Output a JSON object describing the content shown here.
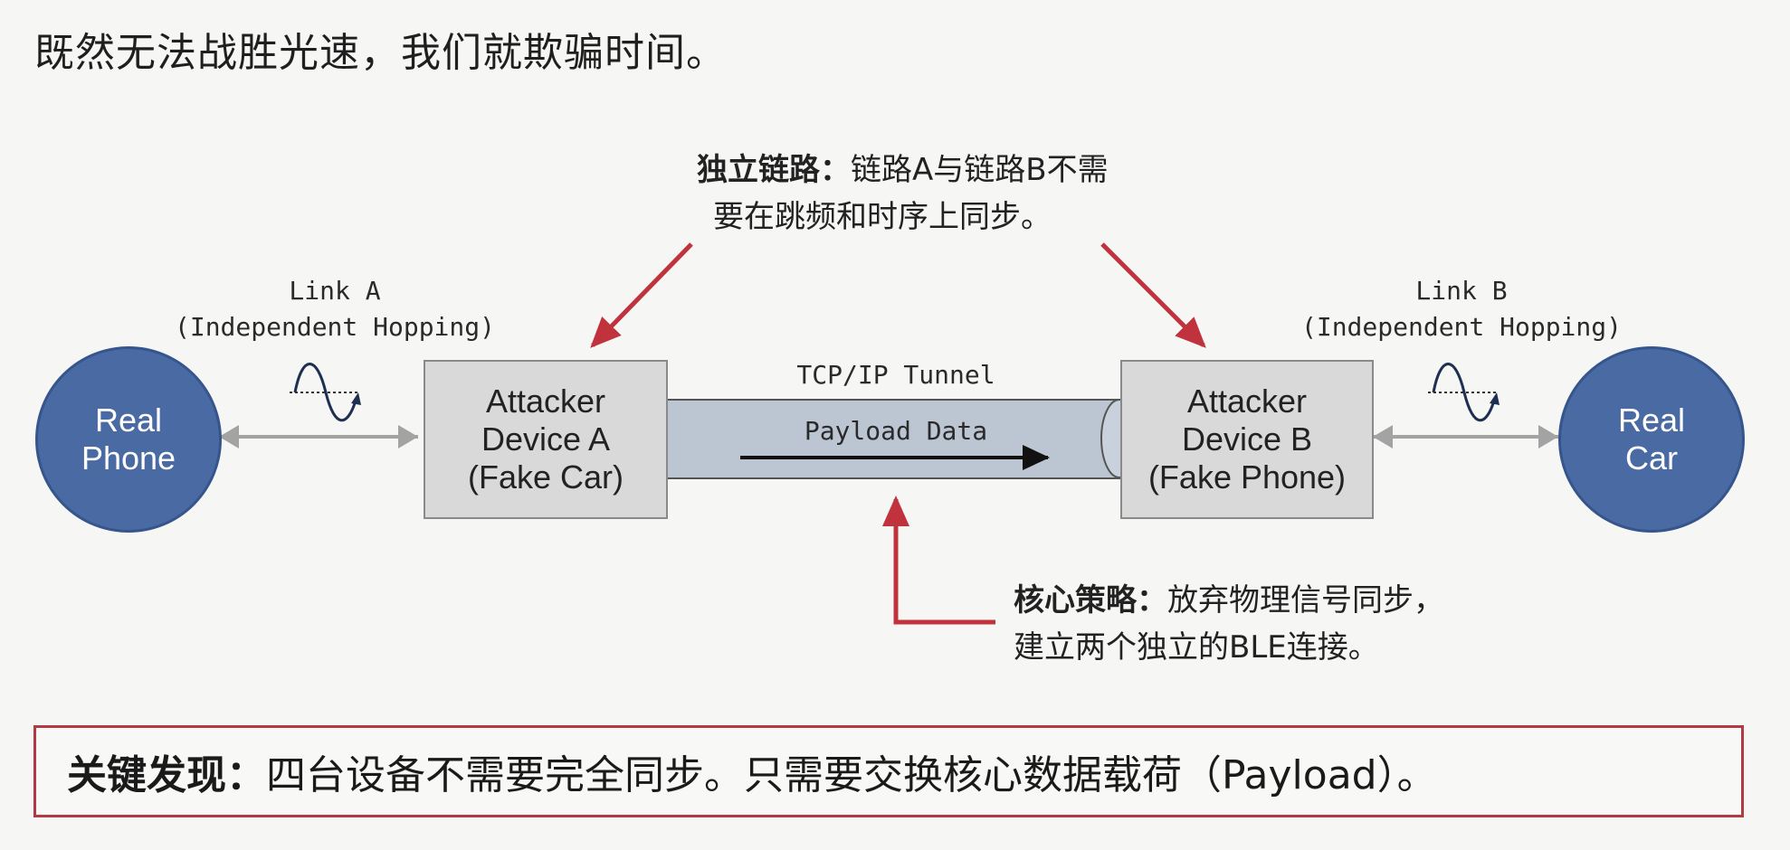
{
  "heading": "既然无法战胜光速，我们就欺骗时间。",
  "top_note": {
    "bold": "独立链路：",
    "line1": "链路A与链路B不需",
    "line2": "要在跳频和时序上同步。"
  },
  "link_a": {
    "line1": "Link A",
    "line2": "(Independent Hopping)"
  },
  "link_b": {
    "line1": "Link B",
    "line2": "(Independent Hopping)"
  },
  "real_phone": {
    "line1": "Real",
    "line2": "Phone"
  },
  "real_car": {
    "line1": "Real",
    "line2": "Car"
  },
  "device_a": {
    "line1": "Attacker",
    "line2": "Device A",
    "line3": "(Fake Car)"
  },
  "device_b": {
    "line1": "Attacker",
    "line2": "Device B",
    "line3": "(Fake Phone)"
  },
  "tunnel": {
    "label": "TCP/IP Tunnel",
    "payload": "Payload Data"
  },
  "core_note": {
    "bold": "核心策略：",
    "line1": "放弃物理信号同步，",
    "line2": "建立两个独立的BLE连接。"
  },
  "finding": {
    "bold": "关键发现：",
    "text": "四台设备不需要完全同步。只需要交换核心数据载荷（Payload）。"
  },
  "colors": {
    "accent_red": "#c0323c",
    "node_blue": "#4a6aa4",
    "box_gray": "#d9d9d9",
    "tunnel": "#b9c2cf"
  }
}
